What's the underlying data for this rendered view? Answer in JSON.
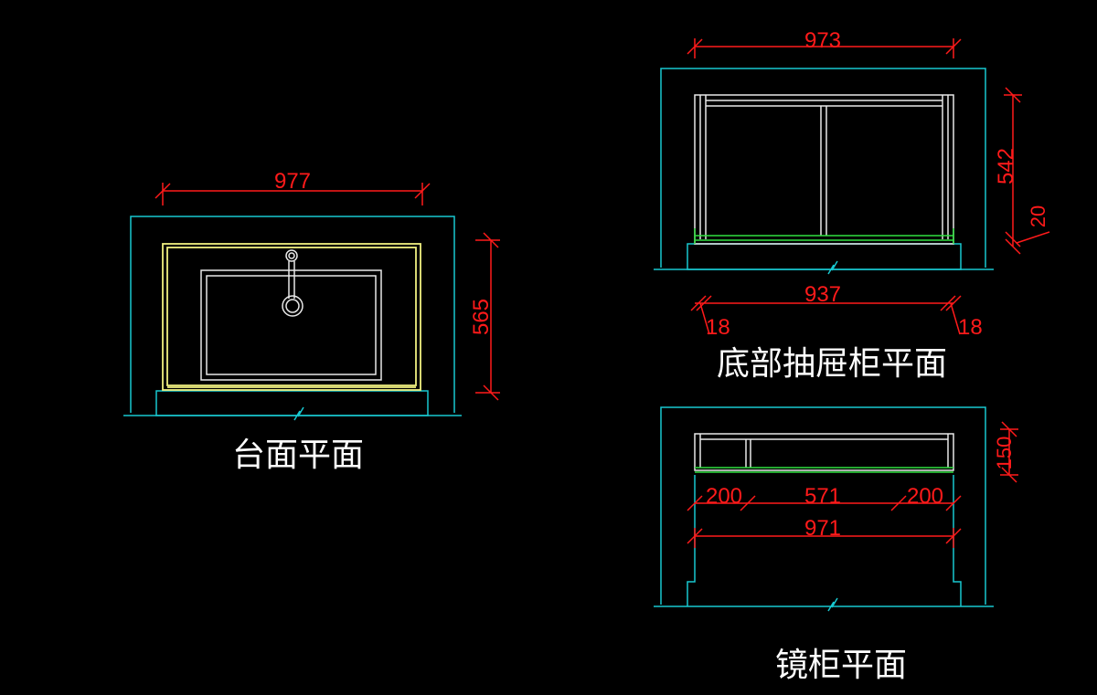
{
  "views": {
    "countertop": {
      "title": "台面平面",
      "dim_width": "977",
      "dim_depth": "565"
    },
    "drawer_cabinet": {
      "title": "底部抽屉柜平面",
      "dim_top": "973",
      "dim_bottom": "937",
      "dim_height": "542",
      "dim_small": "20",
      "dim_left_side": "18",
      "dim_right_side": "18"
    },
    "mirror_cabinet": {
      "title": "镜柜平面",
      "dim_depth": "150",
      "dim_left": "200",
      "dim_mid": "571",
      "dim_right": "200",
      "dim_total": "971"
    }
  },
  "colors": {
    "background": "#000000",
    "wall_outline": "#18c8d0",
    "furniture": "#e8e8e8",
    "countertop_edge": "#f0f080",
    "shelf": "#30e040",
    "dimension": "#ff1a1a",
    "title_text": "#ffffff"
  }
}
